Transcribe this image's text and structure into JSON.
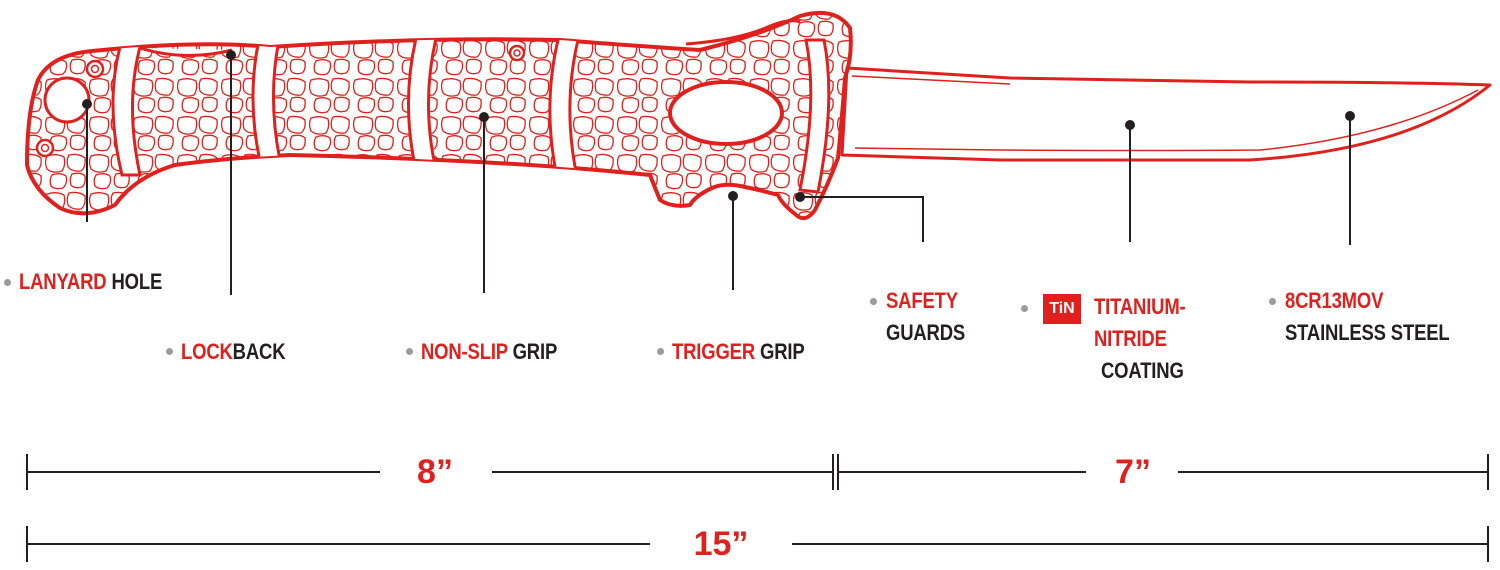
{
  "colors": {
    "accent": "#e0201c",
    "text": "#231f20",
    "bullet": "#9b9b9b",
    "leader": "#231f20"
  },
  "callouts": [
    {
      "id": "lanyard",
      "accent": "LANYARD",
      "rest": " HOLE"
    },
    {
      "id": "lockback",
      "accent": "LOCK",
      "rest": "BACK"
    },
    {
      "id": "nonslip",
      "accent": "NON-SLIP",
      "rest": " GRIP"
    },
    {
      "id": "trigger",
      "accent": "TRIGGER",
      "rest": " GRIP"
    },
    {
      "id": "safety",
      "accent": "SAFETY",
      "rest": "GUARDS"
    },
    {
      "id": "titanium",
      "badge": "TiN",
      "accent_line1": "TITANIUM-",
      "accent_line2": "NITRIDE",
      "rest": "COATING"
    },
    {
      "id": "steel",
      "accent": "8CR13MOV",
      "rest": "STAINLESS STEEL"
    }
  ],
  "dimensions": {
    "handle": "8”",
    "blade": "7”",
    "overall": "15”"
  }
}
